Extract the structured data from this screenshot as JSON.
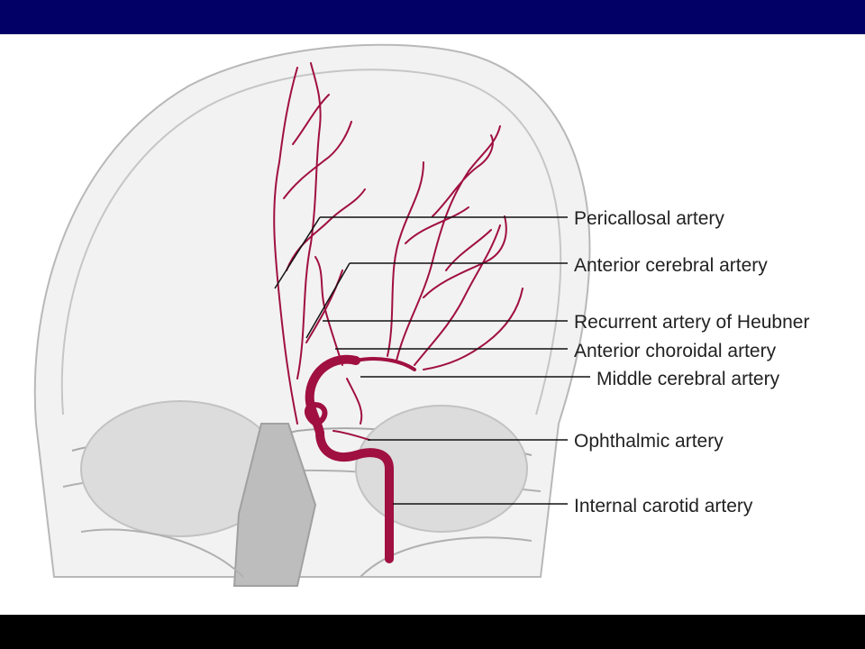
{
  "labels": {
    "pericallosal": "Pericallosal artery",
    "anterior_cerebral": "Anterior cerebral artery",
    "recurrent_heubner": "Recurrent artery of Heubner",
    "anterior_choroidal": "Anterior choroidal artery",
    "middle_cerebral": "Middle cerebral artery",
    "ophthalmic": "Ophthalmic artery",
    "internal_carotid": "Internal carotid artery"
  },
  "colors": {
    "artery": "#a01040",
    "header_bar": "#020066",
    "footer_bar": "#000000"
  }
}
